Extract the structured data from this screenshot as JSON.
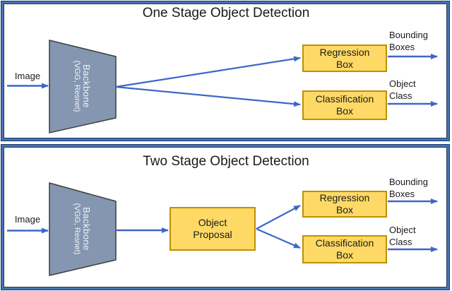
{
  "colors": {
    "panel_border": "#4672b4",
    "panel_border_edge": "#1f3864",
    "arrow_blue": "#3e66c8",
    "backbone_fill": "#8496b0",
    "backbone_stroke": "#3f3f3f",
    "box_fill": "#ffd966",
    "box_border": "#bf9000",
    "text": "#1a1a1a",
    "backbone_text": "#f2f4f7"
  },
  "panels": [
    {
      "title": "One Stage Object Detection",
      "input_label": "Image",
      "backbone": {
        "line1": "Backbone",
        "line2": "(VGG, Resnet)"
      },
      "regression_box": {
        "line1": "Regression",
        "line2": "Box"
      },
      "classification_box": {
        "line1": "Classification",
        "line2": "Box"
      },
      "output_bounding": {
        "line1": "Bounding",
        "line2": "Boxes"
      },
      "output_class": {
        "line1": "Object",
        "line2": "Class"
      }
    },
    {
      "title": "Two Stage Object Detection",
      "input_label": "Image",
      "backbone": {
        "line1": "Backbone",
        "line2": "(VGG, Resnet)"
      },
      "proposal_box": {
        "line1": "Object",
        "line2": "Proposal"
      },
      "regression_box": {
        "line1": "Regression",
        "line2": "Box"
      },
      "classification_box": {
        "line1": "Classification",
        "line2": "Box"
      },
      "output_bounding": {
        "line1": "Bounding",
        "line2": "Boxes"
      },
      "output_class": {
        "line1": "Object",
        "line2": "Class"
      }
    }
  ]
}
